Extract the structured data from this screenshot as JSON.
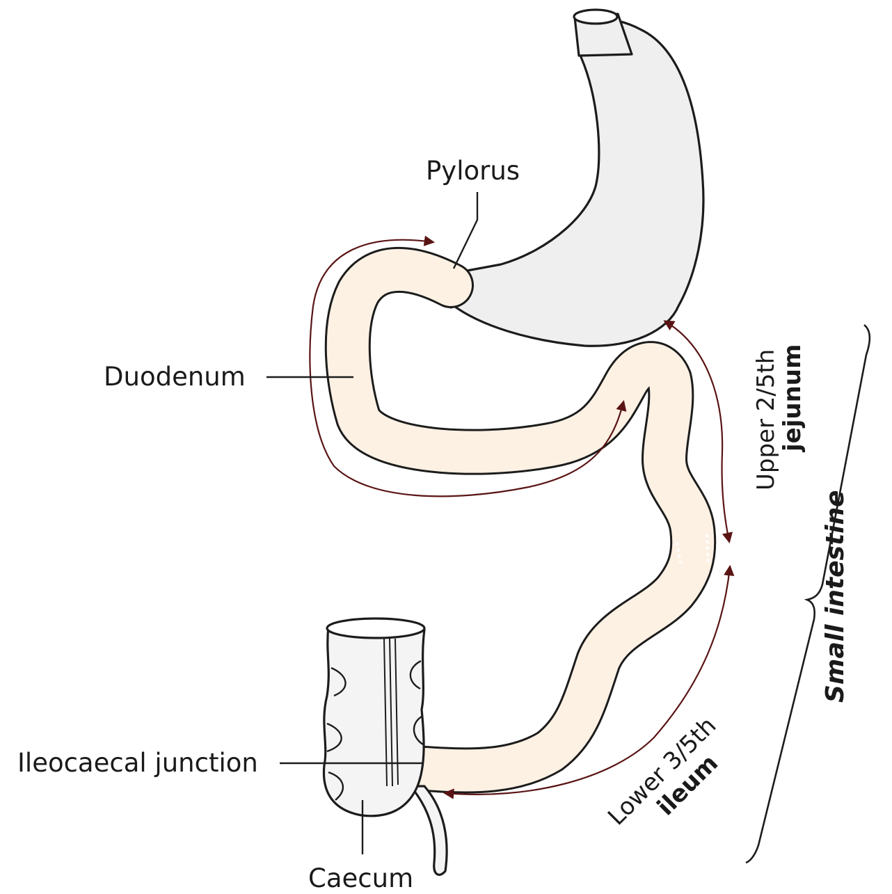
{
  "labels": {
    "pylorus": "Pylorus",
    "duodenum": "Duodenum",
    "ileocaecal": "Ileocaecal junction",
    "caecum": "Caecum",
    "upper_fraction": "Upper 2/5th",
    "jejunum": "jejunum",
    "lower_fraction": "Lower 3/5th",
    "ileum": "ileum",
    "small_intestine": "Small intestine"
  },
  "colors": {
    "stomach_fill": "#efefef",
    "intestine_fill": "#fdf1e4",
    "outline": "#1c1c1c",
    "arrow": "#5a1414"
  }
}
